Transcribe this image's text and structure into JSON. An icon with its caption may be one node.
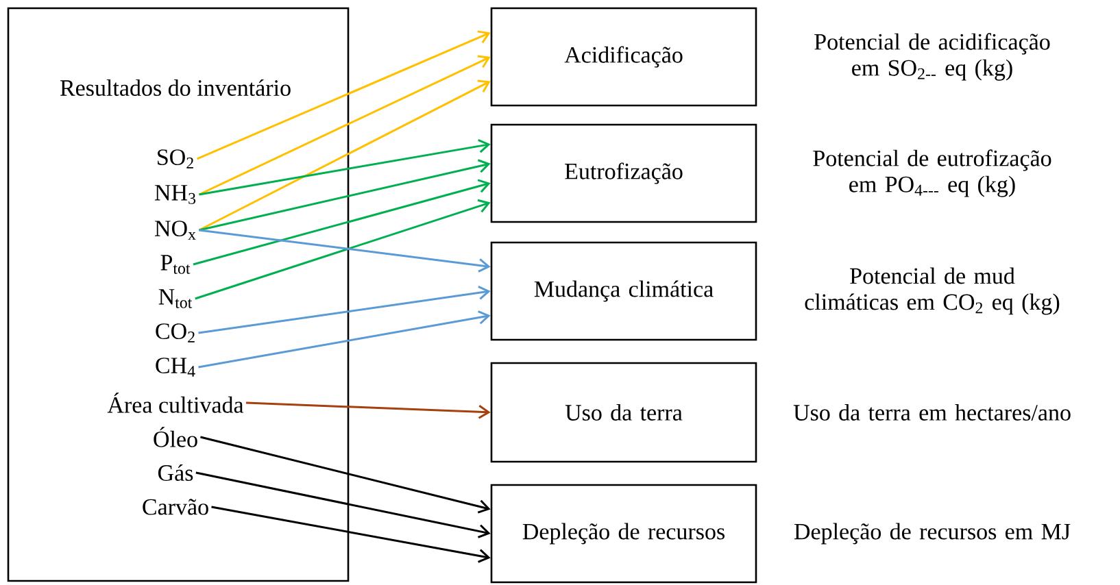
{
  "diagram": {
    "nodes": [
      {
        "text": [
          "Resultados do inventário"
        ]
      },
      {
        "text": [
          "SO$_{2}$"
        ],
        "in": 0
      },
      {
        "text": [
          "NH$_{3}$"
        ],
        "in": 0
      },
      {
        "text": [
          "NO$_{x}$"
        ],
        "in": 0
      },
      {
        "text": [
          "P$_{tot}$"
        ],
        "in": 0
      },
      {
        "text": [
          "N$_{tot}$"
        ],
        "in": 0
      },
      {
        "text": [
          "CO$_{2}$"
        ],
        "in": 0
      },
      {
        "text": [
          "CH$_{4}$"
        ],
        "in": 0
      },
      {
        "text": [
          "Área cultivada"
        ],
        "in": 0
      },
      {
        "text": [
          "Óleo"
        ],
        "in": 0
      },
      {
        "text": [
          "Gás"
        ],
        "in": 0
      },
      {
        "text": [
          "Carvão"
        ],
        "in": 0
      },
      {
        "text": [
          "Acidificação"
        ],
        "beside": [
          "Potencial de acidificação em SO$_{2--}$ eq (kg)"
        ]
      },
      {
        "text": [
          "Eutrofização"
        ],
        "beside": [
          "Potencial de eutrofização em PO$_{4---}$ eq (kg)"
        ]
      },
      {
        "text": [
          "Mudança climática"
        ],
        "beside": [
          "Potencial de mud climáticas em CO$_{2}$ eq (kg)"
        ]
      },
      {
        "text": [
          "Uso da terra"
        ],
        "beside": [
          "Uso da terra em hectares/ano"
        ]
      },
      {
        "text": [
          "Depleção de recursos"
        ],
        "beside": [
          "Depleção de recursos em MJ"
        ]
      }
    ],
    "edges": [
      {
        "from": 1,
        "to": 12,
        "arrow": "to",
        "color": "#ffc000"
      },
      {
        "from": 2,
        "to": 12,
        "arrow": "to",
        "color": "#ffc000"
      },
      {
        "from": 3,
        "to": 12,
        "arrow": "to",
        "color": "#ffc000"
      },
      {
        "from": 2,
        "to": 13,
        "arrow": "to",
        "color": "#00b050"
      },
      {
        "from": 3,
        "to": 13,
        "arrow": "to",
        "color": "#00b050"
      },
      {
        "from": 4,
        "to": 13,
        "arrow": "to",
        "color": "#00b050"
      },
      {
        "from": 5,
        "to": 13,
        "arrow": "to",
        "color": "#00b050"
      },
      {
        "from": 3,
        "to": 14,
        "arrow": "to",
        "color": "#5b9bd5"
      },
      {
        "from": 6,
        "to": 14,
        "arrow": "to",
        "color": "#5b9bd5"
      },
      {
        "from": 7,
        "to": 14,
        "arrow": "to",
        "color": "#5b9bd5"
      },
      {
        "from": 8,
        "to": 15,
        "arrow": "to",
        "color": "#a5400f"
      },
      {
        "from": 9,
        "to": 16,
        "arrow": "to",
        "color": "#000000"
      },
      {
        "from": 10,
        "to": 16,
        "arrow": "to",
        "color": "#000000"
      },
      {
        "from": 11,
        "to": 16,
        "arrow": "to",
        "color": "#000000"
      }
    ]
  }
}
